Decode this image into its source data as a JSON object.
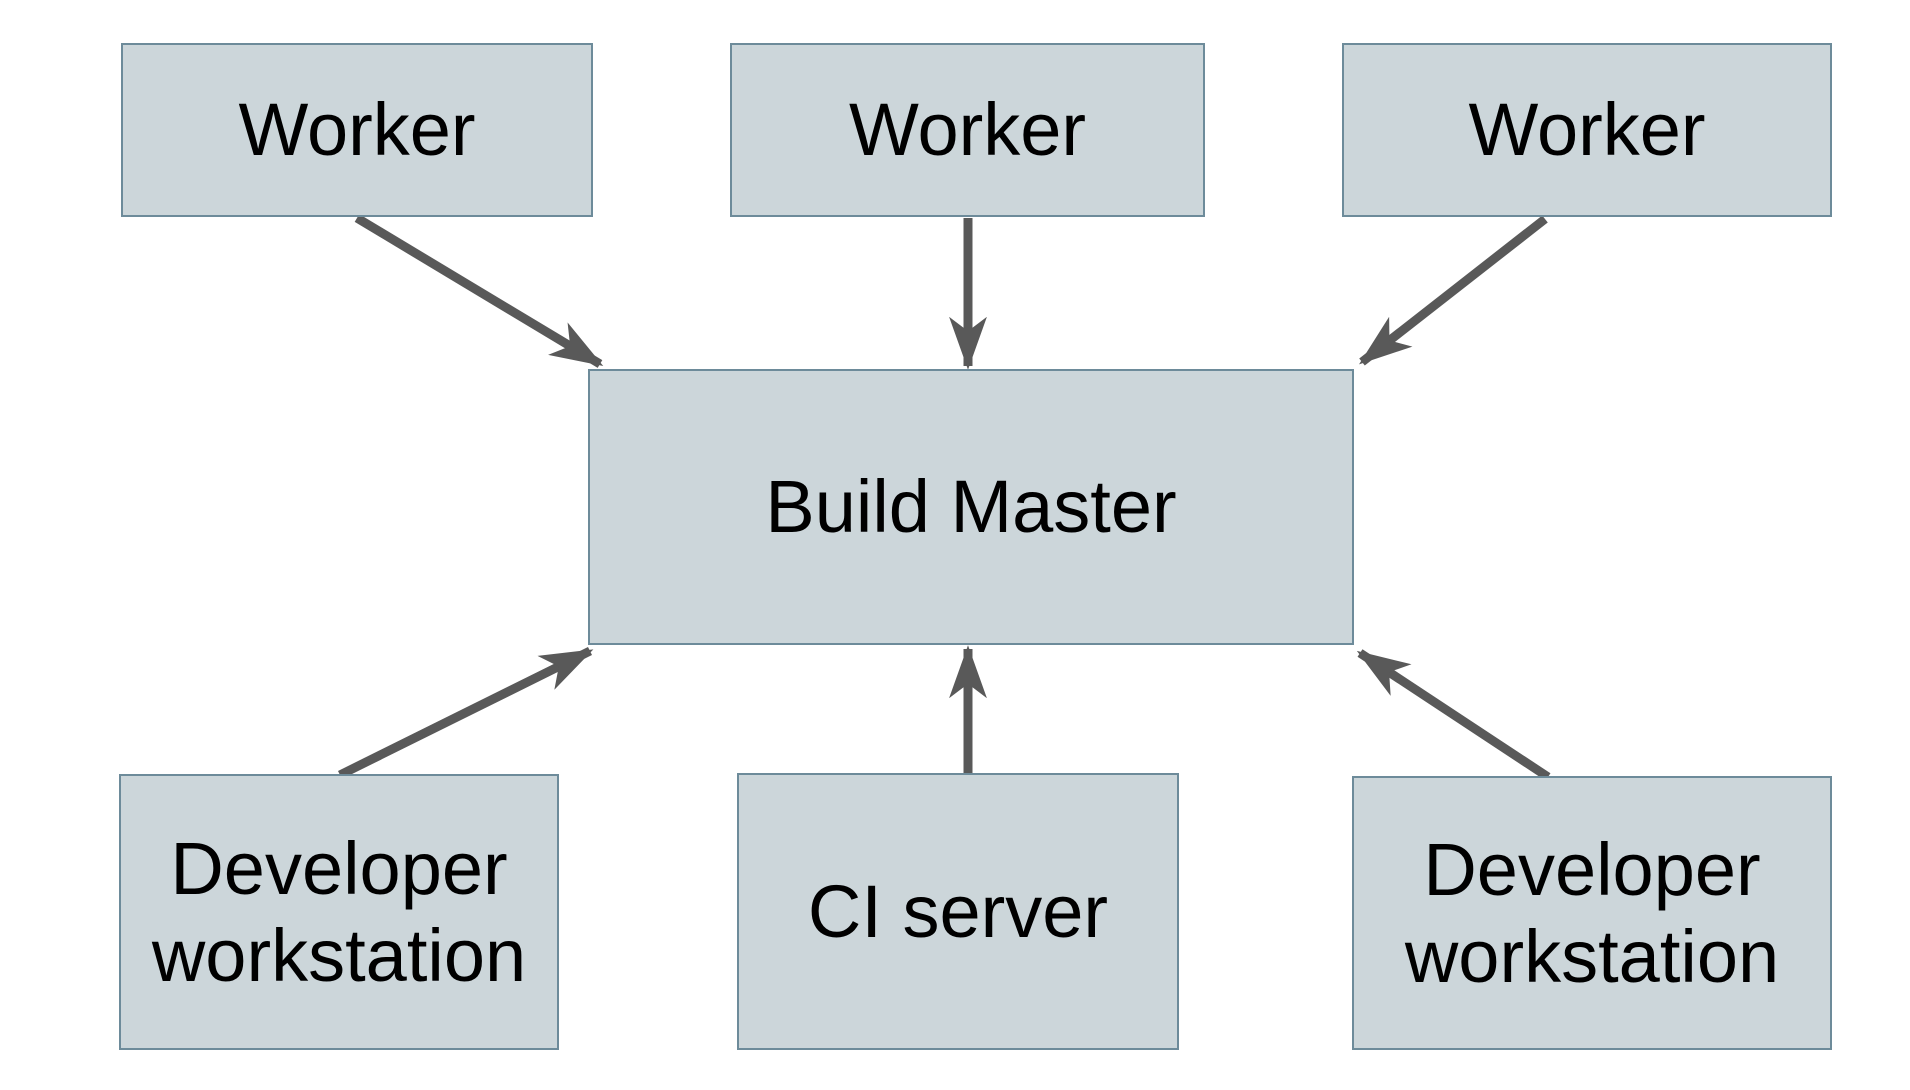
{
  "diagram": {
    "type": "architecture-diagram",
    "nodes": [
      {
        "id": "worker-1",
        "label": "Worker"
      },
      {
        "id": "worker-2",
        "label": "Worker"
      },
      {
        "id": "worker-3",
        "label": "Worker"
      },
      {
        "id": "build-master",
        "label": "Build Master"
      },
      {
        "id": "developer-workstation-1",
        "label": "Developer workstation"
      },
      {
        "id": "ci-server",
        "label": "CI server"
      },
      {
        "id": "developer-workstation-2",
        "label": "Developer workstation"
      }
    ],
    "edges": [
      {
        "from": "worker-1",
        "to": "build-master"
      },
      {
        "from": "worker-2",
        "to": "build-master"
      },
      {
        "from": "worker-3",
        "to": "build-master"
      },
      {
        "from": "developer-workstation-1",
        "to": "build-master"
      },
      {
        "from": "ci-server",
        "to": "build-master"
      },
      {
        "from": "developer-workstation-2",
        "to": "build-master"
      }
    ],
    "colors": {
      "node_fill": "#ccd6da",
      "node_border": "#6d8b9a",
      "arrow_color": "#595959",
      "text_color": "#000000",
      "background": "#ffffff"
    }
  }
}
